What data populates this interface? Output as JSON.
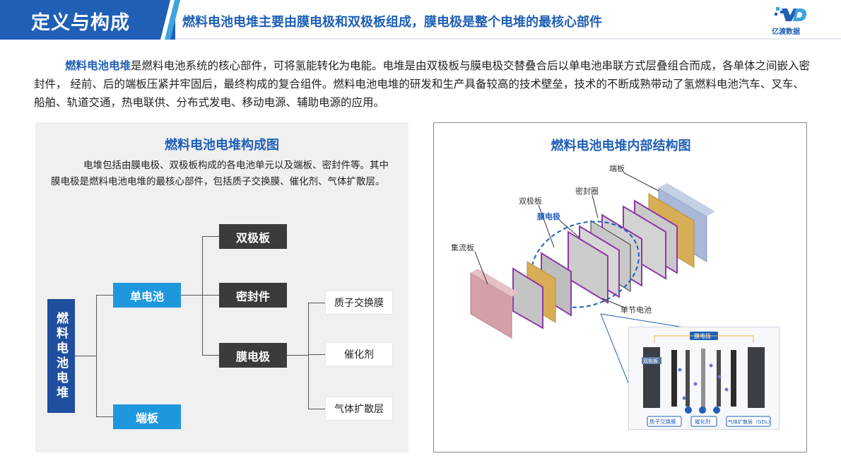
{
  "header": {
    "section_title": "定义与构成",
    "subtitle": "燃料电池电堆主要由膜电极和双极板组成，膜电极是整个电堆的最核心部件",
    "logo_text": "亿渡数据"
  },
  "intro": {
    "keyword": "燃料电池电堆",
    "text": "是燃料电池系统的核心部件，可将氢能转化为电能。电堆是由双极板与膜电极交替叠合后以单电池串联方式层叠组合而成，各单体之间嵌入密封件， 经前、后的端板压紧并牢固后，最终构成的复合组件。燃料电池电堆的研发和生产具备较高的技术壁垒，技术的不断成熟带动了氢燃料电池汽车、叉车、船舶、轨道交通，热电联供、分布式发电、移动电源、辅助电源的应用。"
  },
  "left_panel": {
    "title": "燃料电池电堆构成图",
    "description": "电堆包括由膜电极、双极板构成的各电池单元以及端板、密封件等。其中膜电极是燃料电池电堆的最核心部件，包括质子交换膜、催化剂、气体扩散层。",
    "tree": {
      "root": "燃料电池电堆",
      "level1": [
        "单电池",
        "端板"
      ],
      "level2": [
        "双极板",
        "密封件",
        "膜电极"
      ],
      "level3": [
        "质子交换膜",
        "催化剂",
        "气体扩散层"
      ]
    }
  },
  "right_panel": {
    "title": "燃料电池电堆内部结构图",
    "labels": {
      "end_plate": "端板",
      "seal": "密封圈",
      "bipolar_plate": "双极板",
      "mea": "膜电极",
      "current_collector": "集流板",
      "single_cell": "单节电池"
    },
    "inset": {
      "top_label": "膜电极",
      "side_label": "双极板",
      "bottom_labels": [
        "质子交换膜",
        "催化剂",
        "气体扩散层（GDL）"
      ]
    },
    "colors": {
      "end_plate": "#a8b8d6",
      "current_collector": "#d4a0a8",
      "seal": "#8e3aa8",
      "gasket": "#d7ad55",
      "mea": "#c8c8c8"
    }
  }
}
